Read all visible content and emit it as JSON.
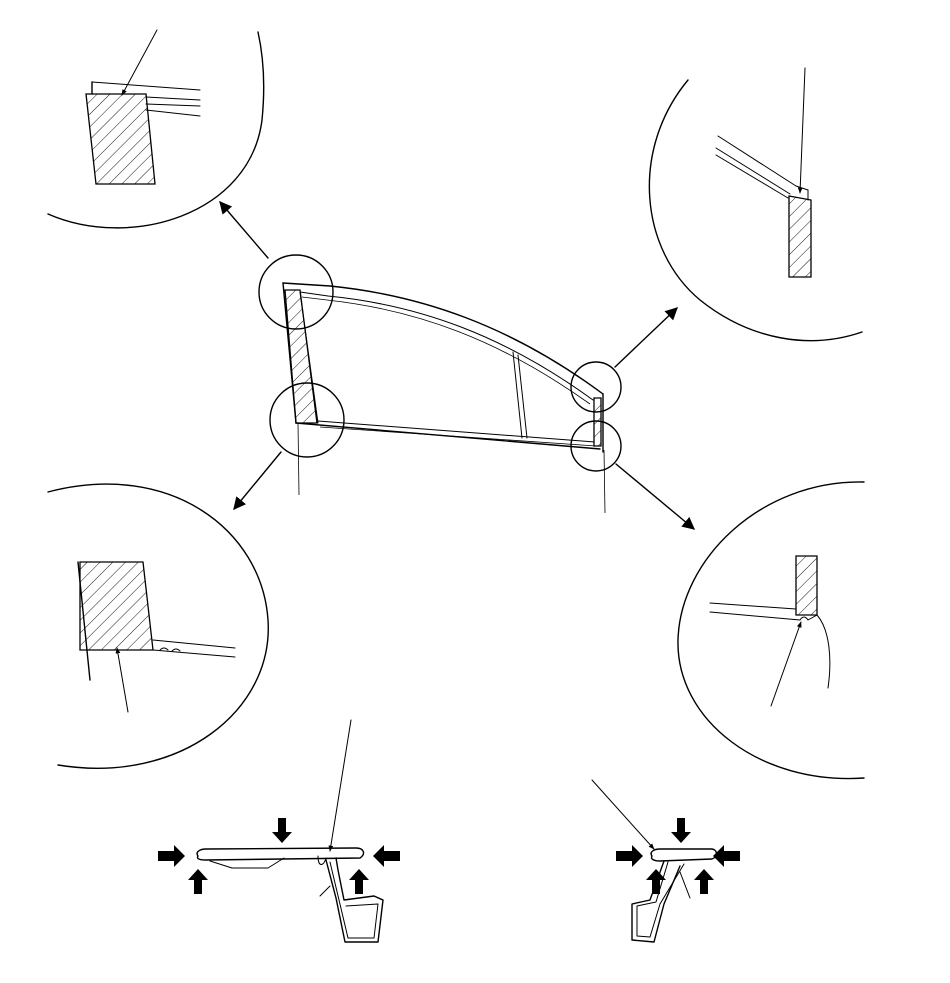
{
  "colors": {
    "stroke": "#000000",
    "background": "#ffffff"
  },
  "diagram": {
    "callouts": [
      {
        "id": "upper-front-corner",
        "direction": "up-left"
      },
      {
        "id": "lower-front-corner",
        "direction": "down-left"
      },
      {
        "id": "upper-rear-corner",
        "direction": "up-right"
      },
      {
        "id": "lower-rear-corner",
        "direction": "down-right"
      }
    ],
    "cross_sections": [
      {
        "id": "front-weatherstrip-section",
        "press_arrows": 5
      },
      {
        "id": "rear-weatherstrip-section",
        "press_arrows": 5
      }
    ]
  }
}
